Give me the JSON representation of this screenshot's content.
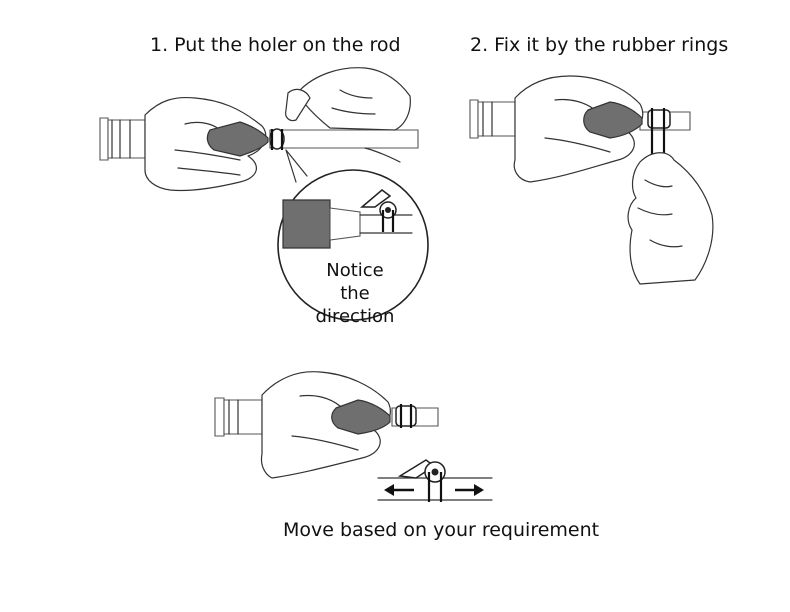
{
  "steps": {
    "step1": {
      "caption": "1. Put the holer on the rod"
    },
    "step2": {
      "caption": "2. Fix it by the rubber rings"
    },
    "step3": {
      "caption": "Move based on your requirement"
    }
  },
  "zoom_note": {
    "line1": "Notice",
    "line2": "the",
    "line3": "direction"
  },
  "arrows": {
    "left_icon": "arrow-left-icon",
    "right_icon": "arrow-right-icon"
  },
  "colors": {
    "grip": "#6f6f6f",
    "line": "#333333",
    "background": "#ffffff"
  }
}
